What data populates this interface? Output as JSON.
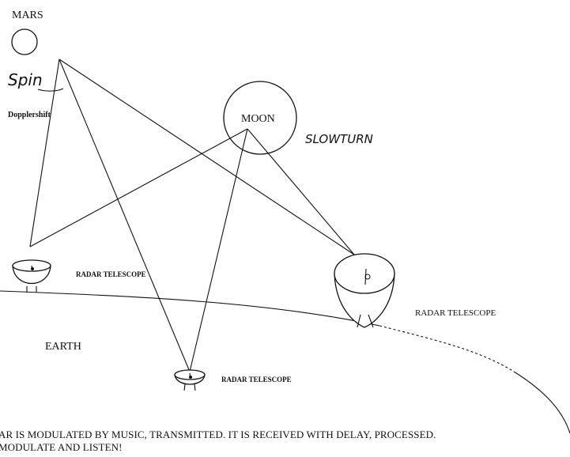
{
  "labels": {
    "mars": "MARS",
    "moon": "MOON",
    "earth": "EARTH",
    "spin": "Spin",
    "doppler": "Dopplershift",
    "slow_turn": "SLOWTURN",
    "radar_left": "RADAR TELESCOPE",
    "radar_bottom": "RADAR TELESCOPE",
    "radar_right": "RADAR TELESCOPE"
  },
  "caption": {
    "line1": "AR IS MODULATED BY MUSIC, TRANSMITTED. IT IS RECEIVED WITH DELAY, PROCESSED.",
    "line2": "MODULATE AND LISTEN!"
  }
}
